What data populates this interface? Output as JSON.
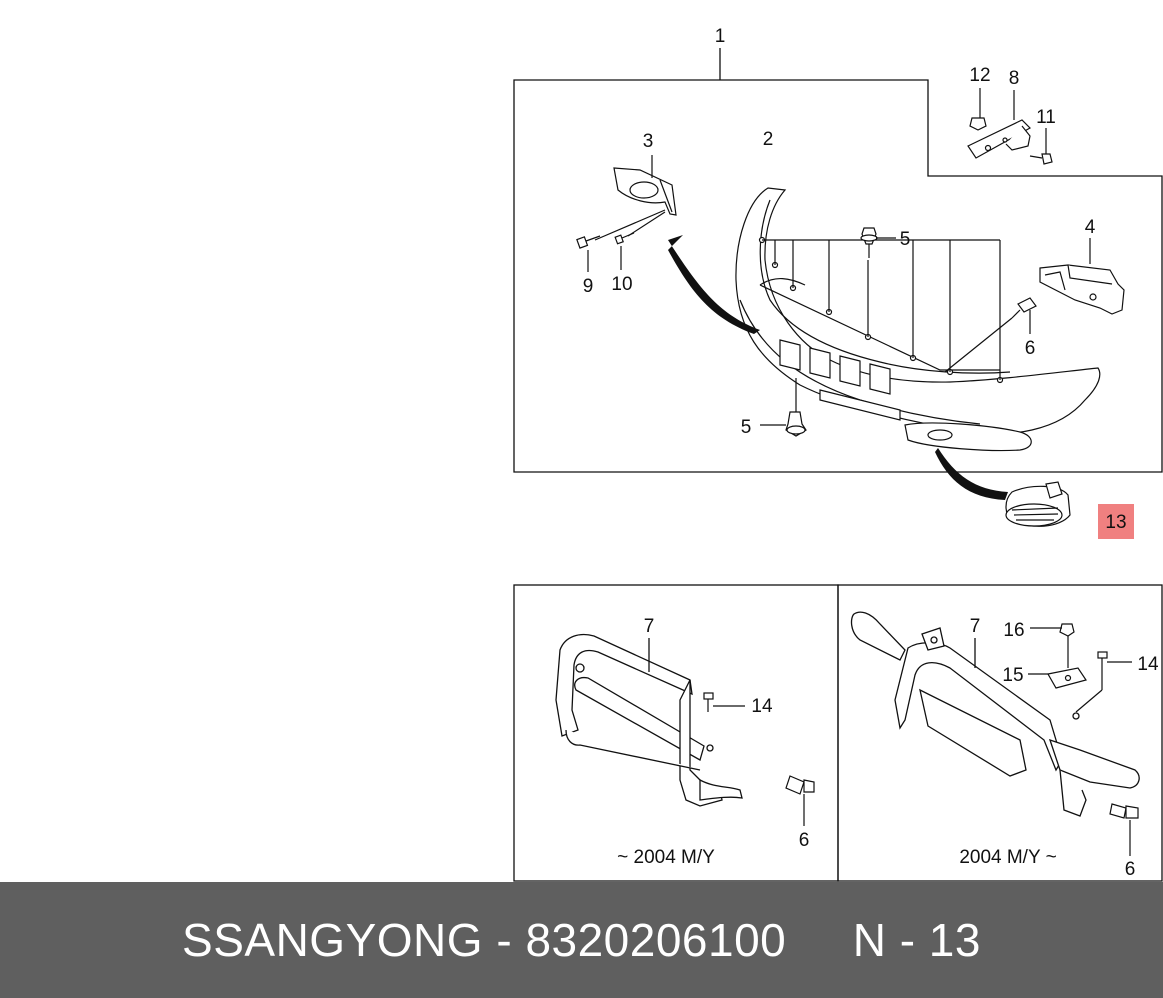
{
  "callouts": {
    "c1": "1",
    "c2": "2",
    "c3": "3",
    "c4": "4",
    "c5a": "5",
    "c5b": "5",
    "c6a": "6",
    "c6b": "6",
    "c6c": "6",
    "c7a": "7",
    "c7b": "7",
    "c8": "8",
    "c9": "9",
    "c10": "10",
    "c11": "11",
    "c12": "12",
    "c13": "13",
    "c14a": "14",
    "c14b": "14",
    "c15": "15",
    "c16": "16"
  },
  "captions": {
    "left": "~ 2004 M/Y",
    "right": "2004 M/Y ~"
  },
  "footer": {
    "brand": "SSANGYONG",
    "separator": "-",
    "part_number": "8320206100",
    "ref": "N - 13"
  },
  "colors": {
    "highlight": "#f08080",
    "footer_bg": "#5f5f5f"
  }
}
